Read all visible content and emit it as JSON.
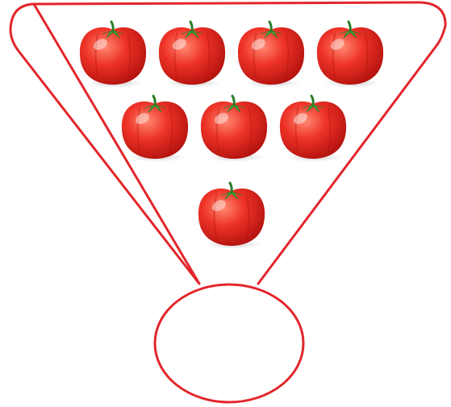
{
  "figure": {
    "outline_color": "#e2262b",
    "object_icon": "tomato-icon",
    "rows": [
      {
        "count": 4
      },
      {
        "count": 3
      },
      {
        "count": 1
      }
    ],
    "total_count": 8,
    "answer_oval": {
      "text": ""
    }
  },
  "colors": {
    "tomato_light": "#ff8a73",
    "tomato_mid": "#ee3327",
    "tomato_dark": "#b3120f",
    "stem": "#3fae3a",
    "stem_dark": "#2a7d28"
  }
}
